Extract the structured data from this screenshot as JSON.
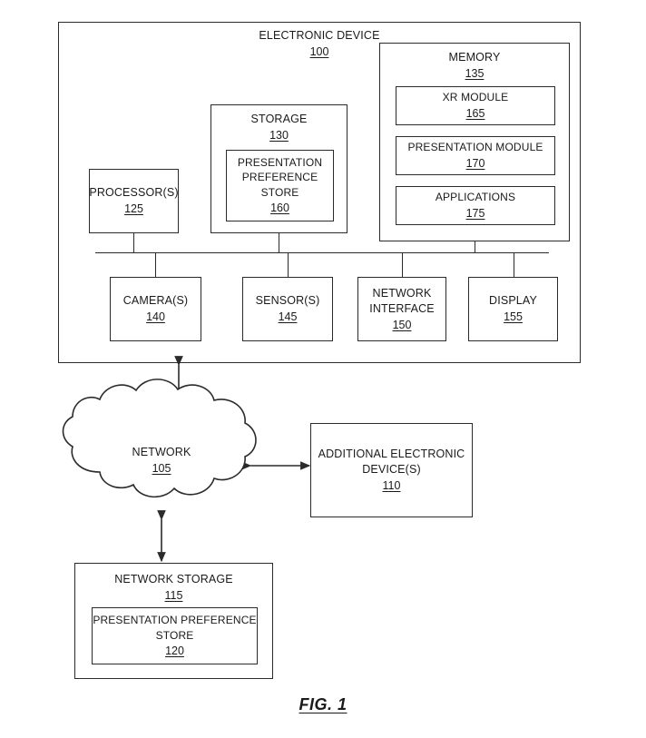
{
  "figure": {
    "caption": "FIG. 1"
  },
  "electronic_device": {
    "label": "ELECTRONIC DEVICE",
    "ref": "100",
    "memory": {
      "label": "MEMORY",
      "ref": "135",
      "modules": [
        {
          "label": "XR MODULE",
          "ref": "165"
        },
        {
          "label": "PRESENTATION MODULE",
          "ref": "170"
        },
        {
          "label": "APPLICATIONS",
          "ref": "175"
        }
      ]
    },
    "storage": {
      "label": "STORAGE",
      "ref": "130",
      "inner": {
        "label": "PRESENTATION\nPREFERENCE\nSTORE",
        "ref": "160"
      }
    },
    "processor": {
      "label": "PROCESSOR(S)",
      "ref": "125"
    },
    "peripherals": [
      {
        "label": "CAMERA(S)",
        "ref": "140"
      },
      {
        "label": "SENSOR(S)",
        "ref": "145"
      },
      {
        "label": "NETWORK\nINTERFACE",
        "ref": "150"
      },
      {
        "label": "DISPLAY",
        "ref": "155"
      }
    ]
  },
  "network": {
    "label": "NETWORK",
    "ref": "105"
  },
  "additional_device": {
    "label": "ADDITIONAL ELECTRONIC\nDEVICE(S)",
    "ref": "110"
  },
  "network_storage": {
    "label": "NETWORK STORAGE",
    "ref": "115",
    "inner": {
      "label": "PRESENTATION PREFERENCE\nSTORE",
      "ref": "120"
    }
  },
  "colors": {
    "line": "#2b2b2b",
    "background": "#ffffff",
    "text": "#1a1a1a"
  }
}
